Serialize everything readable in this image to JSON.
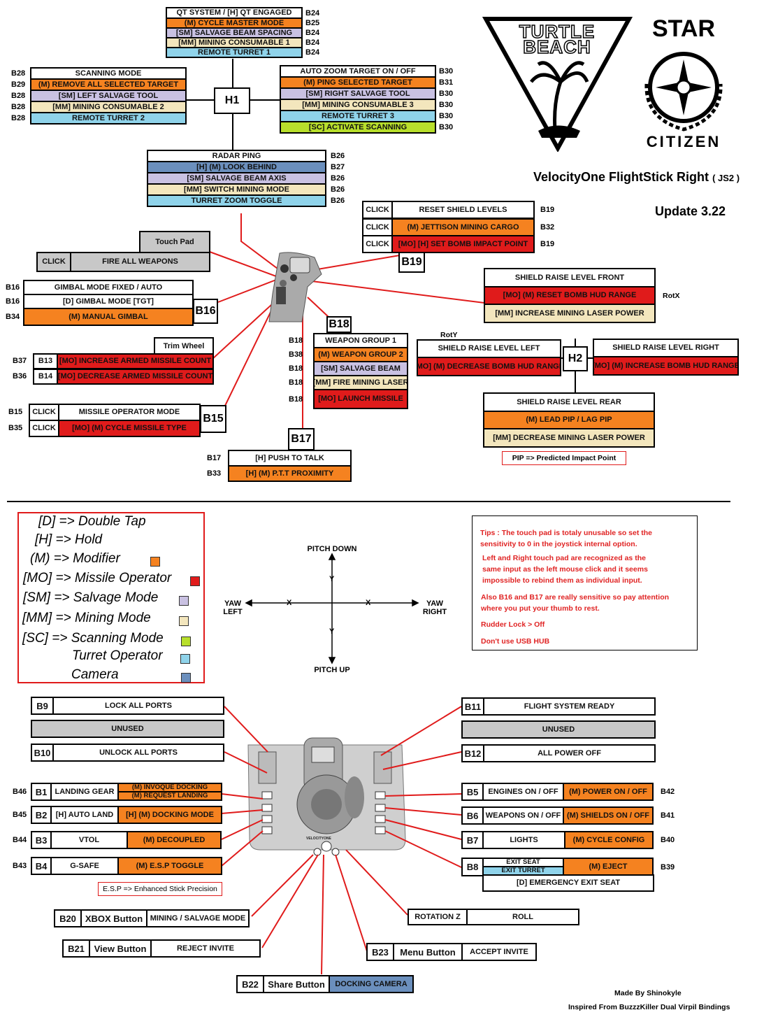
{
  "title": "VelocityOne FlightStick Right",
  "title_suffix": "( JS2 )",
  "update": "Update 3.22",
  "logos": {
    "turtle_beach_1": "TURTLE",
    "turtle_beach_2": "BEACH",
    "sc_1": "STAR",
    "sc_2": "CITIZEN"
  },
  "hubs": {
    "h1": "H1",
    "h2": "H2",
    "b15": "B15",
    "b16": "B16",
    "b17": "B17",
    "b18": "B18",
    "b19": "B19"
  },
  "qt": {
    "rows": [
      "QT SYSTEM / [H] QT ENGAGED",
      "(M) CYCLE MASTER MODE",
      "[SM] SALVAGE BEAM SPACING",
      "[MM] MINING CONSUMABLE 1",
      "REMOTE TURRET 1"
    ],
    "codes": [
      "B24",
      "B25",
      "B24",
      "B24",
      "B24"
    ]
  },
  "scan": {
    "rows": [
      "SCANNING MODE",
      "(M) REMOVE ALL SELECTED TARGET",
      "[SM] LEFT SALVAGE TOOL",
      "[MM] MINING CONSUMABLE 2",
      "REMOTE TURRET 2"
    ],
    "codes": [
      "B28",
      "B29",
      "B28",
      "B28",
      "B28"
    ]
  },
  "zoom": {
    "rows": [
      "AUTO ZOOM TARGET ON / OFF",
      "(M) PING SELECTED TARGET",
      "[SM] RIGHT SALVAGE TOOL",
      "[MM] MINING CONSUMABLE 3",
      "REMOTE TURRET 3",
      "[SC] ACTIVATE SCANNING"
    ],
    "codes": [
      "B30",
      "B31",
      "B30",
      "B30",
      "B30",
      "B30"
    ]
  },
  "radar": {
    "rows": [
      "RADAR PING",
      "[H] (M) LOOK BEHIND",
      "[SM] SALVAGE BEAM AXIS",
      "[MM] SWITCH MINING MODE",
      "TURRET ZOOM TOGGLE"
    ],
    "codes": [
      "B26",
      "B27",
      "B26",
      "B26",
      "B26"
    ]
  },
  "shield_reset": {
    "clicks": [
      "CLICK",
      "CLICK",
      "CLICK"
    ],
    "rows": [
      "RESET SHIELD LEVELS",
      "(M) JETTISON MINING CARGO",
      "[MO] [H] SET BOMB IMPACT POINT"
    ],
    "codes": [
      "B19",
      "B32",
      "B19"
    ]
  },
  "touchpad": {
    "title": "Touch Pad",
    "click": "CLICK",
    "action": "FIRE ALL WEAPONS"
  },
  "gimbal": {
    "rows": [
      "GIMBAL MODE FIXED / AUTO",
      "[D] GIMBAL MODE [TGT]",
      "(M) MANUAL GIMBAL"
    ],
    "codes": [
      "B16",
      "B16",
      "B34"
    ]
  },
  "trim": {
    "title": "Trim Wheel",
    "keys": [
      "B13",
      "B14"
    ],
    "rows": [
      "[MO] INCREASE ARMED MISSILE COUNT",
      "[MO] DECREASE ARMED MISSILE COUNT"
    ],
    "codes": [
      "B37",
      "B36"
    ]
  },
  "missile": {
    "clicks": [
      "CLICK",
      "CLICK"
    ],
    "rows": [
      "MISSILE OPERATOR MODE",
      "[MO] (M) CYCLE MISSILE TYPE"
    ],
    "codes": [
      "B15",
      "B35"
    ]
  },
  "ptt": {
    "rows": [
      "[H] PUSH TO TALK",
      "[H] (M) P.T.T PROXIMITY"
    ],
    "codes": [
      "B17",
      "B33"
    ]
  },
  "weapon": {
    "rows": [
      "WEAPON GROUP 1",
      "(M) WEAPON GROUP 2",
      "[SM] SALVAGE BEAM",
      "[MM] FIRE MINING LASER",
      "[MO] LAUNCH MISSILE"
    ],
    "codes": [
      "B18",
      "B38",
      "B18",
      "B18",
      "B18"
    ]
  },
  "rotx": "RotX",
  "roty": "RotY",
  "front": {
    "rows": [
      "SHIELD RAISE LEVEL FRONT",
      "[MO] (M) RESET BOMB HUD RANGE",
      "[MM] INCREASE MINING LASER POWER"
    ]
  },
  "left": {
    "rows": [
      "SHIELD RAISE LEVEL LEFT",
      "[MO] (M) DECREASE BOMB HUD RANGE"
    ]
  },
  "right": {
    "rows": [
      "SHIELD RAISE LEVEL RIGHT",
      "[MO] (M) INCREASE BOMB HUD RANGE"
    ]
  },
  "rear": {
    "rows": [
      "SHIELD RAISE LEVEL REAR",
      "(M) LEAD PIP / LAG PIP",
      "[MM] DECREASE MINING LASER POWER"
    ]
  },
  "pip_note": "PIP => Predicted Impact Point",
  "legend": [
    {
      "text": "[D] => Double Tap",
      "color": ""
    },
    {
      "text": "[H] => Hold",
      "color": ""
    },
    {
      "text": "(M) => Modifier",
      "color": "#f58220"
    },
    {
      "text": "[MO] => Missile Operator",
      "color": "#e01b1b"
    },
    {
      "text": "[SM] => Salvage Mode",
      "color": "#c9c1e2"
    },
    {
      "text": "[MM] => Mining Mode",
      "color": "#f3e6bd"
    },
    {
      "text": "[SC] => Scanning Mode",
      "color": "#b8df2b"
    },
    {
      "text": "Turret Operator",
      "color": "#8fd3ea"
    },
    {
      "text": "Camera",
      "color": "#6b8fbd"
    }
  ],
  "axes": {
    "pitch_down": "PITCH DOWN",
    "pitch_up": "PITCH UP",
    "yaw_left_1": "YAW",
    "yaw_left_2": "LEFT",
    "yaw_right_1": "YAW",
    "yaw_right_2": "RIGHT",
    "x": "X",
    "y": "Y"
  },
  "tips": [
    "Tips : The touch pad is totaly unusable so set the",
    "sensitivity to 0 in the joystick internal option.",
    "Left and Right touch pad are recognized as the",
    "same input as the left mouse click and it seems",
    "impossible to rebind them as individual input.",
    "Also B16 and B17 are really sensitive so pay attention",
    "where you put your thumb to rest.",
    "Rudder Lock > Off",
    "Don't use USB HUB"
  ],
  "base_left": [
    {
      "key": "B9",
      "label": "LOCK ALL PORTS"
    },
    {
      "key": "",
      "label": "UNUSED"
    },
    {
      "key": "B10",
      "label": "UNLOCK ALL PORTS"
    }
  ],
  "base_right": [
    {
      "key": "B11",
      "label": "FLIGHT SYSTEM READY"
    },
    {
      "key": "",
      "label": "UNUSED"
    },
    {
      "key": "B12",
      "label": "ALL POWER OFF"
    }
  ],
  "side_left": [
    {
      "code": "B46",
      "key": "B1",
      "label": "LANDING GEAR",
      "mod": "(M) INVOQUE DOCKING",
      "mod2": "(M) REQUEST LANDING"
    },
    {
      "code": "B45",
      "key": "B2",
      "label": "[H] AUTO LAND",
      "mod": "[H] (M) DOCKING MODE",
      "mod2": ""
    },
    {
      "code": "B44",
      "key": "B3",
      "label": "VTOL",
      "mod": "(M) DECOUPLED",
      "mod2": ""
    },
    {
      "code": "B43",
      "key": "B4",
      "label": "G-SAFE",
      "mod": "(M) E.S.P TOGGLE",
      "mod2": ""
    }
  ],
  "side_right": [
    {
      "code": "B42",
      "key": "B5",
      "label": "ENGINES ON / OFF",
      "mod": "(M) POWER ON / OFF"
    },
    {
      "code": "B41",
      "key": "B6",
      "label": "WEAPONS ON / OFF",
      "mod": "(M) SHIELDS ON / OFF"
    },
    {
      "code": "B40",
      "key": "B7",
      "label": "LIGHTS",
      "mod": "(M) CYCLE CONFIG"
    }
  ],
  "b8": {
    "code": "B39",
    "key": "B8",
    "label1": "EXIT SEAT",
    "label2": "EXIT TURRET",
    "mod": "(M) EJECT",
    "sub": "[D] EMERGENCY EXIT SEAT"
  },
  "esp_note": "E.S.P => Enhanced Stick Precision",
  "bottom": [
    {
      "key": "B20",
      "name": "XBOX Button",
      "label": "MINING / SALVAGE MODE"
    },
    {
      "key": "B21",
      "name": "View Button",
      "label": "REJECT INVITE"
    },
    {
      "key": "B22",
      "name": "Share Button",
      "label": "DOCKING CAMERA"
    },
    {
      "key": "B23",
      "name": "Menu Button",
      "label": "ACCEPT INVITE"
    }
  ],
  "rotz": {
    "key": "ROTATION Z",
    "label": "ROLL"
  },
  "base_brand": "VELOCITYONE",
  "credits": [
    "Made By Shinokyle",
    "Inspired From BuzzzKiller Dual Virpil Bindings"
  ]
}
